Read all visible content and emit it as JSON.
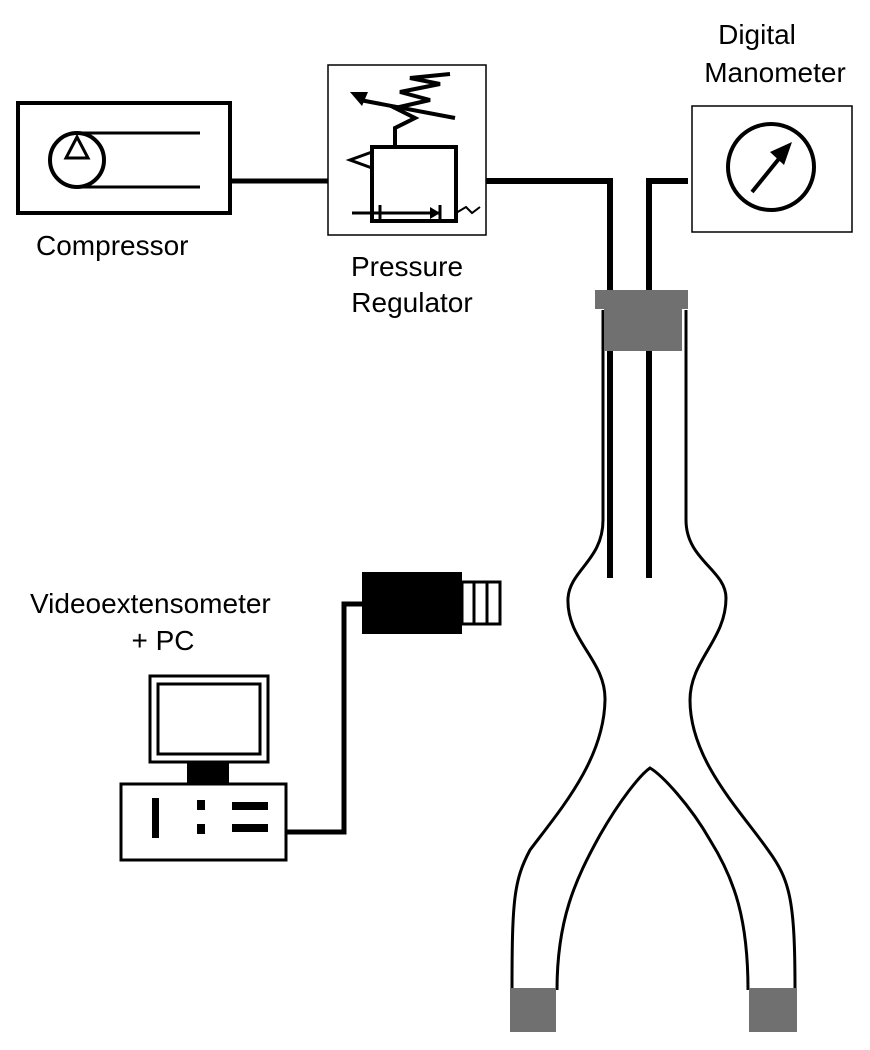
{
  "labels": {
    "compressor": "Compressor",
    "pressure_regulator_line1": "Pressure",
    "pressure_regulator_line2": "Regulator",
    "manometer_line1": "Digital",
    "manometer_line2": "Manometer",
    "videoextensometer_line1": "Videoextensometer",
    "videoextensometer_line2": "+ PC"
  },
  "colors": {
    "line": "#000000",
    "clamp": "#707070",
    "background": "#ffffff"
  }
}
